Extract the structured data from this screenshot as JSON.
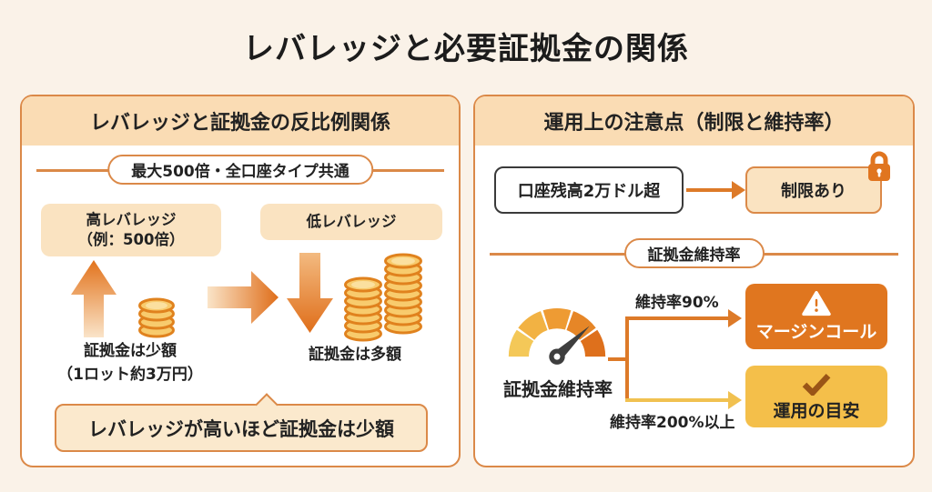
{
  "title": "レバレッジと必要証拠金の関係",
  "colors": {
    "background": "#FAF2E8",
    "panel_border": "#DB8948",
    "header_strip": "#FADCB4",
    "peach_box": "#FAE3C1",
    "accent_orange": "#E0761F",
    "branch_yellow": "#F1C150",
    "gold_box": "#F4BF4A",
    "coin_gold": "#F8CB6D",
    "text_dark": "#222222"
  },
  "left_panel": {
    "header": "レバレッジと証拠金の反比例関係",
    "badge": "最大500倍・全口座タイプ共通",
    "high_leverage": {
      "label_line1": "高レバレッジ",
      "label_line2": "（例：500倍）",
      "caption_line1": "証拠金は少額",
      "caption_line2": "（1ロット約3万円）"
    },
    "low_leverage": {
      "label": "低レバレッジ",
      "caption": "証拠金は多額"
    },
    "conclusion": "レバレッジが高いほど証拠金は少額"
  },
  "right_panel": {
    "header": "運用上の注意点（制限と維持率）",
    "restriction_flow": {
      "condition": "口座残高2万ドル超",
      "result": "制限あり"
    },
    "maintenance_badge": "証拠金維持率",
    "gauge_label": "証拠金維持率",
    "margin_call_branch": {
      "label": "維持率90%",
      "result": "マージンコール"
    },
    "safe_branch": {
      "label": "維持率200%以上",
      "result": "運用の目安"
    }
  }
}
